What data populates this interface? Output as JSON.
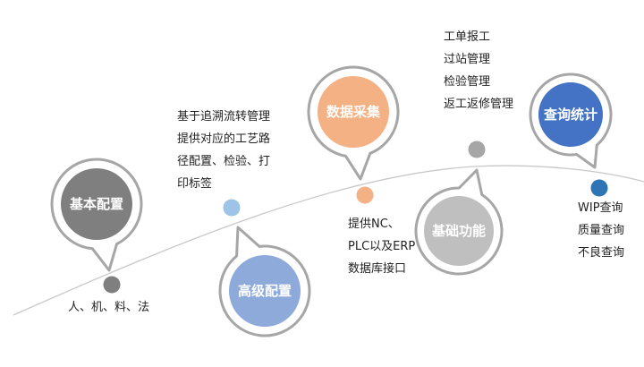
{
  "stages": [
    {
      "title": "基本配置",
      "color": "#7f7f7f",
      "dot_color": "#7f7f7f",
      "lines": [
        "人、机、料、法"
      ]
    },
    {
      "title": "高级配置",
      "color": "#8eaadb",
      "dot_color": "#9dc3e6",
      "lines": [
        "基于追溯流转管理",
        "提供对应的工艺路",
        "径配置、检验、打",
        "印标签"
      ]
    },
    {
      "title": "数据采集",
      "color": "#f4b183",
      "dot_color": "#f4b183",
      "lines": [
        "提供NC、",
        "PLC以及ERP",
        "数据库接口"
      ]
    },
    {
      "title": "基础功能",
      "color": "#bfbfbf",
      "dot_color": "#a6a6a6",
      "lines": [
        "工单报工",
        "过站管理",
        "检验管理",
        "返工返修管理"
      ]
    },
    {
      "title": "查询统计",
      "color": "#4472c4",
      "dot_color": "#2e75b6",
      "lines": [
        "WIP查询",
        "质量查询",
        "不良查询"
      ]
    }
  ],
  "colors": {
    "ring": "#a6a6a6",
    "curve": "#c8c8c8"
  }
}
